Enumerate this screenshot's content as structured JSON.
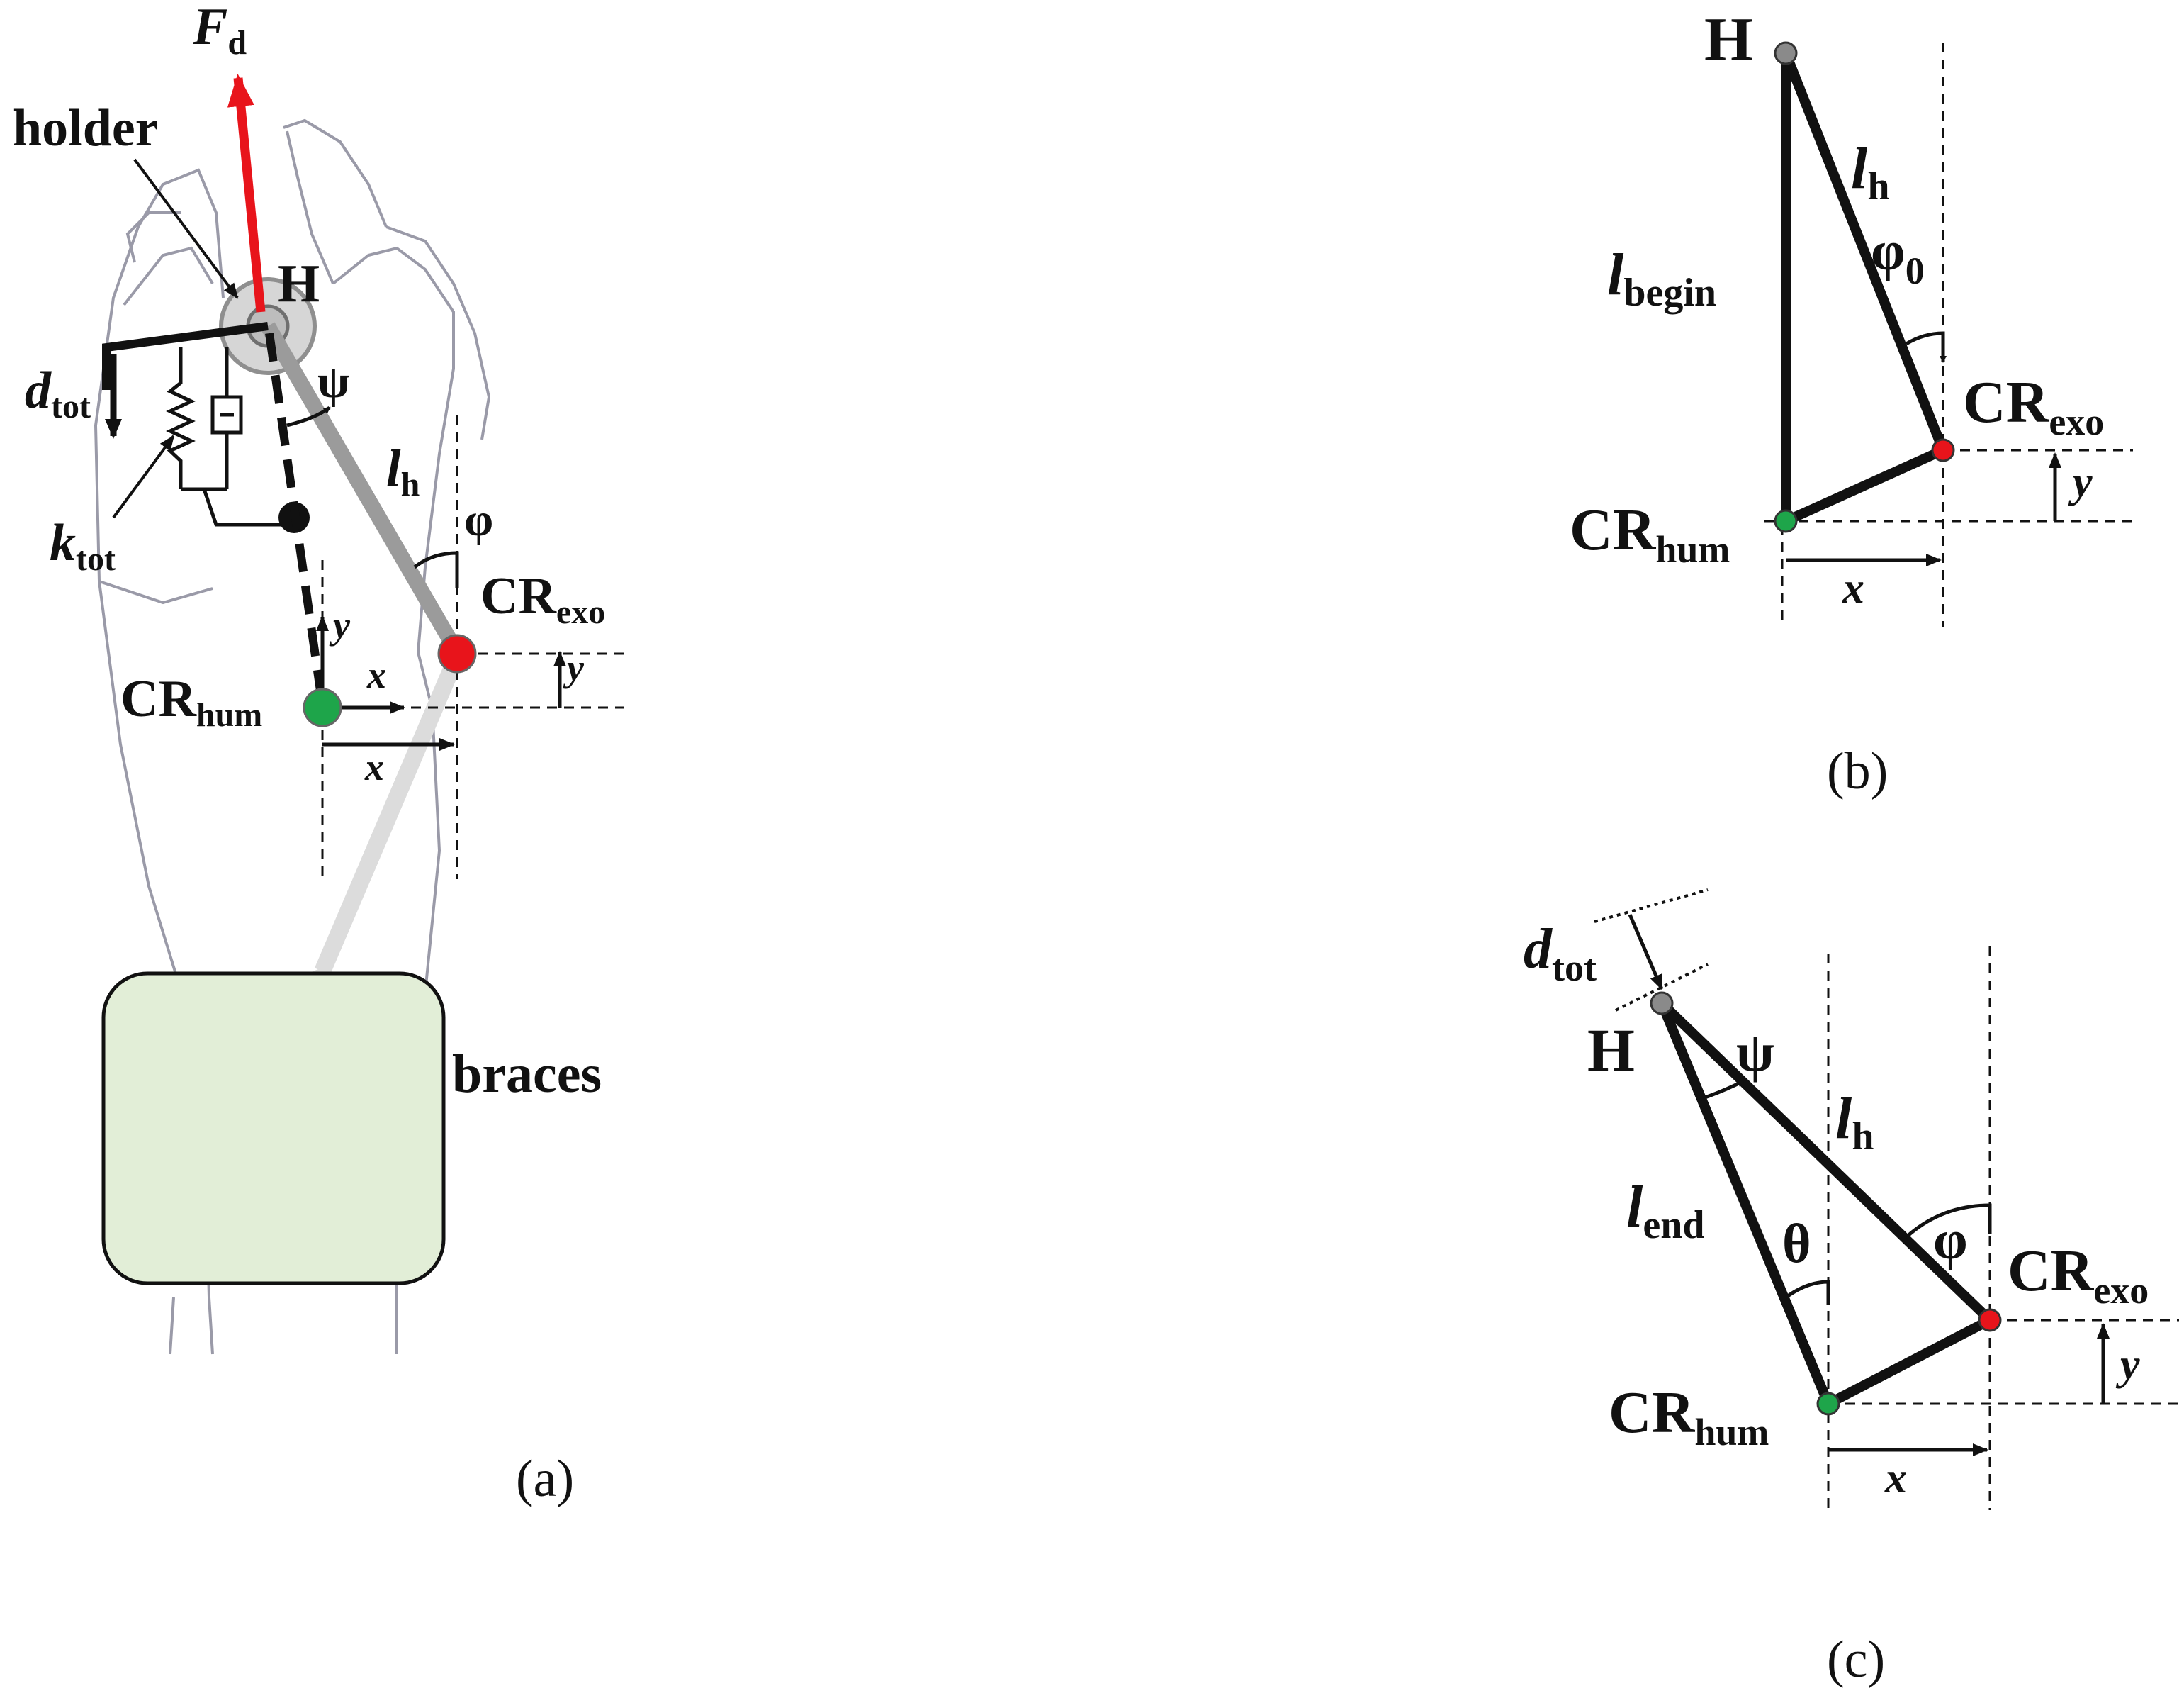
{
  "panel_a": {
    "caption": "(a)",
    "force": {
      "symbol": "F",
      "sub": "d"
    },
    "holder_label": "holder",
    "point_h": "H",
    "psi": "ψ",
    "d_tot": {
      "symbol": "d",
      "sub": "tot"
    },
    "k_tot": {
      "symbol": "k",
      "sub": "tot"
    },
    "l_h": {
      "symbol": "l",
      "sub": "h"
    },
    "phi": "φ",
    "cr_exo": {
      "symbol": "CR",
      "sub": "exo"
    },
    "cr_hum": {
      "symbol": "CR",
      "sub": "hum"
    },
    "x_label": "x",
    "y_label": "y",
    "braces_label": "braces"
  },
  "panel_b": {
    "caption": "(b)",
    "point_h": "H",
    "l_h": {
      "symbol": "l",
      "sub": "h"
    },
    "l_begin": {
      "symbol": "l",
      "sub": "begin"
    },
    "phi0": {
      "symbol": "φ",
      "sub": "0"
    },
    "cr_exo": {
      "symbol": "CR",
      "sub": "exo"
    },
    "cr_hum": {
      "symbol": "CR",
      "sub": "hum"
    },
    "x_label": "x",
    "y_label": "y"
  },
  "panel_c": {
    "caption": "(c)",
    "d_tot": {
      "symbol": "d",
      "sub": "tot"
    },
    "point_h": "H",
    "psi": "ψ",
    "l_h": {
      "symbol": "l",
      "sub": "h"
    },
    "l_end": {
      "symbol": "l",
      "sub": "end"
    },
    "theta": "θ",
    "phi": "φ",
    "cr_exo": {
      "symbol": "CR",
      "sub": "exo"
    },
    "cr_hum": {
      "symbol": "CR",
      "sub": "hum"
    },
    "x_label": "x",
    "y_label": "y"
  },
  "colors": {
    "force_arrow": "#e8141b",
    "cr_exo_point": "#e8141b",
    "cr_hum_point": "#1ea54a",
    "h_point": "#8a8a8a",
    "braces_fill": "#e2eed7",
    "rod": "#9b9b9b",
    "hand_outline": "#9a9aa8"
  }
}
